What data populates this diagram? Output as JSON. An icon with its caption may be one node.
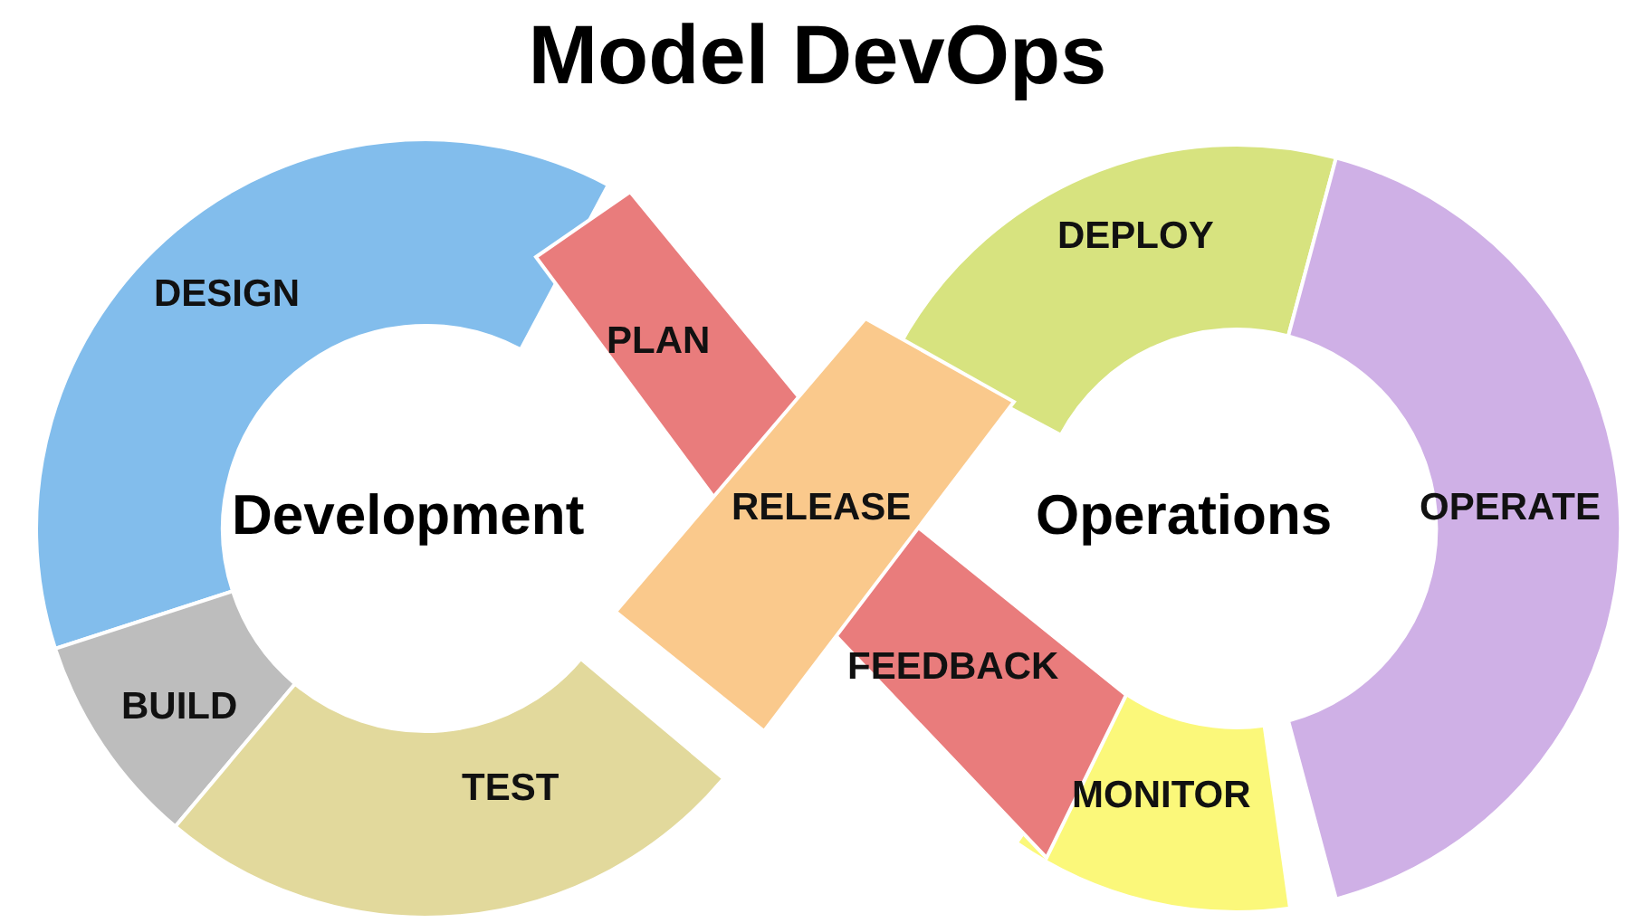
{
  "diagram": {
    "title": "Model DevOps",
    "nodes": [
      {
        "text": [
          "DEPLOY"
        ]
      },
      {
        "text": [
          "DESIGN"
        ]
      },
      {
        "text": [
          "PLAN"
        ]
      },
      {
        "text": [
          "RELEASE"
        ]
      },
      {
        "text": [
          "OPERATE"
        ]
      },
      {
        "text": [
          "FEEDBACK"
        ]
      },
      {
        "text": [
          "BUILD"
        ]
      },
      {
        "text": [
          "MONITOR"
        ]
      },
      {
        "text": [
          "TEST"
        ]
      }
    ],
    "edges": [],
    "labels": [
      "Development",
      "Operations"
    ]
  }
}
